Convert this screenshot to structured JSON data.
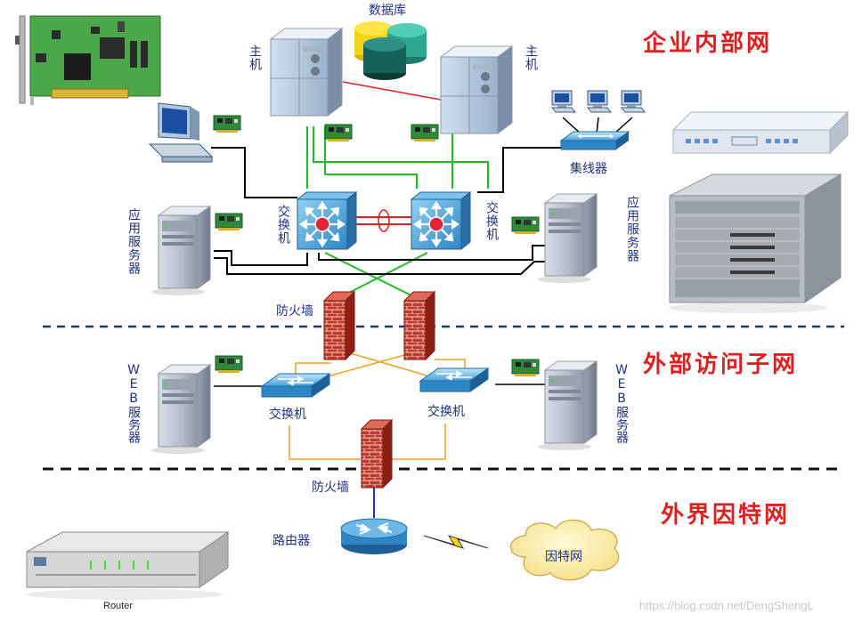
{
  "zones": {
    "internal": "企业内部网",
    "external_access": "外部访问子网",
    "internet_zone": "外界因特网"
  },
  "labels": {
    "database": "数据库",
    "host_left": "主机",
    "host_right": "主机",
    "hub": "集线器",
    "core_switch_left": "交换机",
    "core_switch_right": "交换机",
    "app_server_left": "应用服务器",
    "app_server_right": "应用服务器",
    "firewall_top": "防火墙",
    "web_server_left": "WEB服务器",
    "web_server_right": "WEB服务器",
    "switch_left": "交换机",
    "switch_right": "交换机",
    "firewall_bottom": "防火墙",
    "router": "路由器",
    "internet": "因特网",
    "router_device": "Router"
  },
  "watermark": "https://blog.csdn.net/DengShengL",
  "colors": {
    "zone_title": "#e01e1e",
    "label": "#1f2f8a",
    "line_black": "#000000",
    "line_green": "#22bb22",
    "line_orange": "#f0a020",
    "line_red": "#e02020",
    "line_blue": "#2030c0",
    "divider": "#1a3a6a"
  }
}
